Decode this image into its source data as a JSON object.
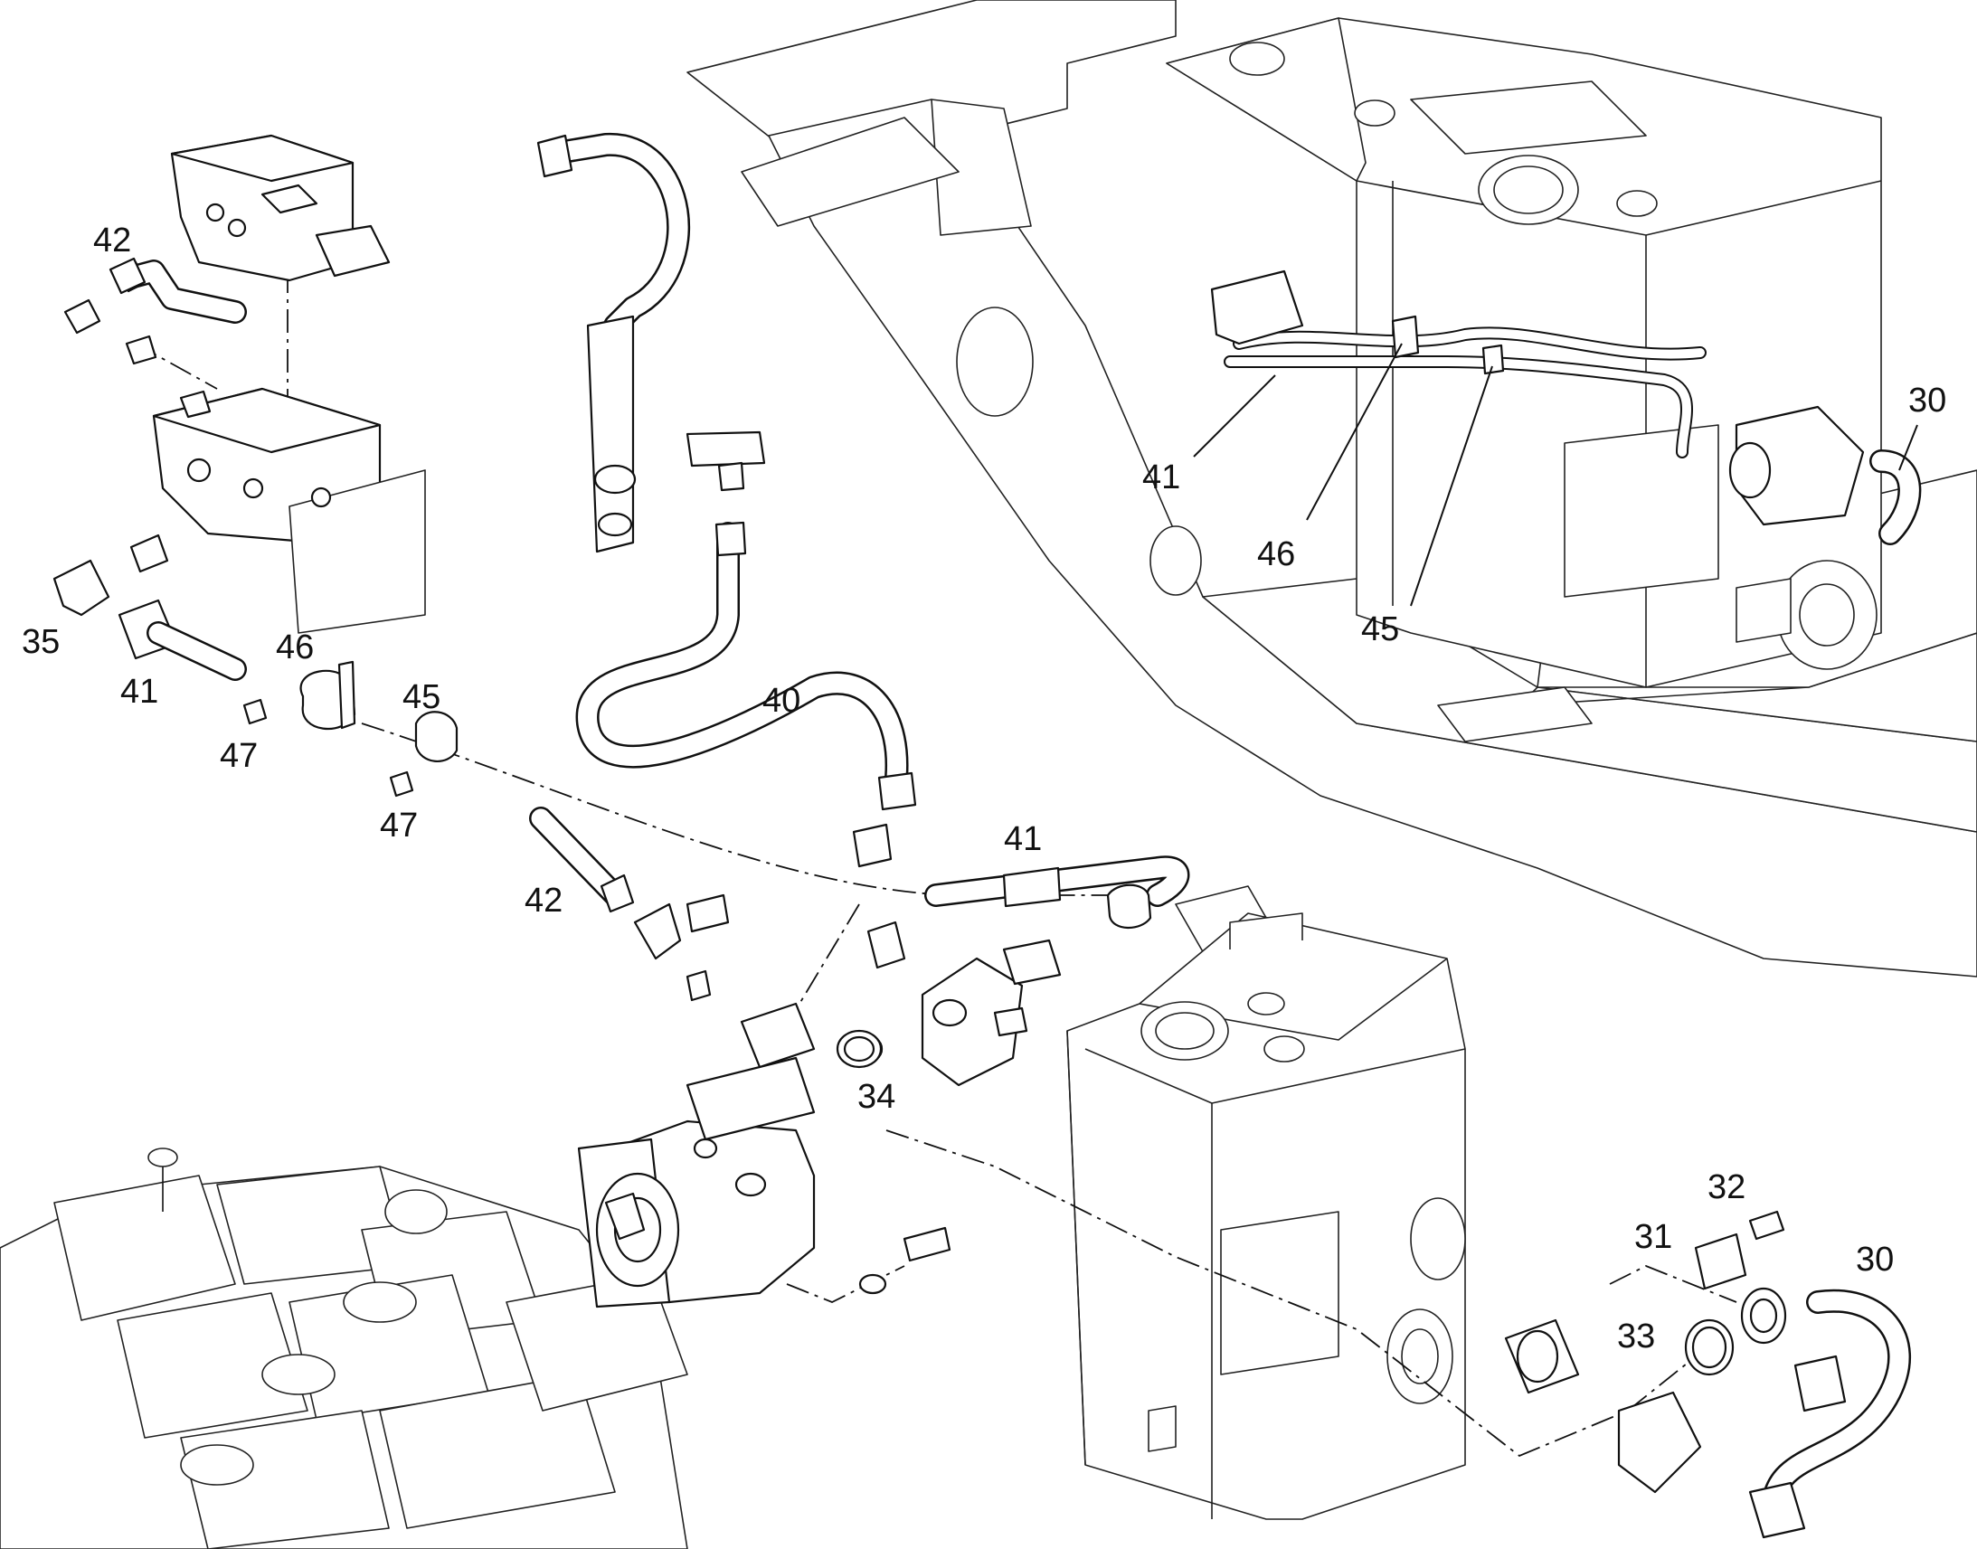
{
  "callouts": [
    {
      "id": "c42a",
      "text": "42"
    },
    {
      "id": "c35",
      "text": "35"
    },
    {
      "id": "c41a",
      "text": "41"
    },
    {
      "id": "c46a",
      "text": "46"
    },
    {
      "id": "c45a",
      "text": "45"
    },
    {
      "id": "c47a",
      "text": "47"
    },
    {
      "id": "c47b",
      "text": "47"
    },
    {
      "id": "c40",
      "text": "40"
    },
    {
      "id": "c41b",
      "text": "41"
    },
    {
      "id": "c42b",
      "text": "42"
    },
    {
      "id": "c34",
      "text": "34"
    },
    {
      "id": "c41c",
      "text": "41"
    },
    {
      "id": "c46b",
      "text": "46"
    },
    {
      "id": "c45b",
      "text": "45"
    },
    {
      "id": "c30a",
      "text": "30"
    },
    {
      "id": "c32",
      "text": "32"
    },
    {
      "id": "c31",
      "text": "31"
    },
    {
      "id": "c30b",
      "text": "30"
    },
    {
      "id": "c33",
      "text": "33"
    }
  ]
}
